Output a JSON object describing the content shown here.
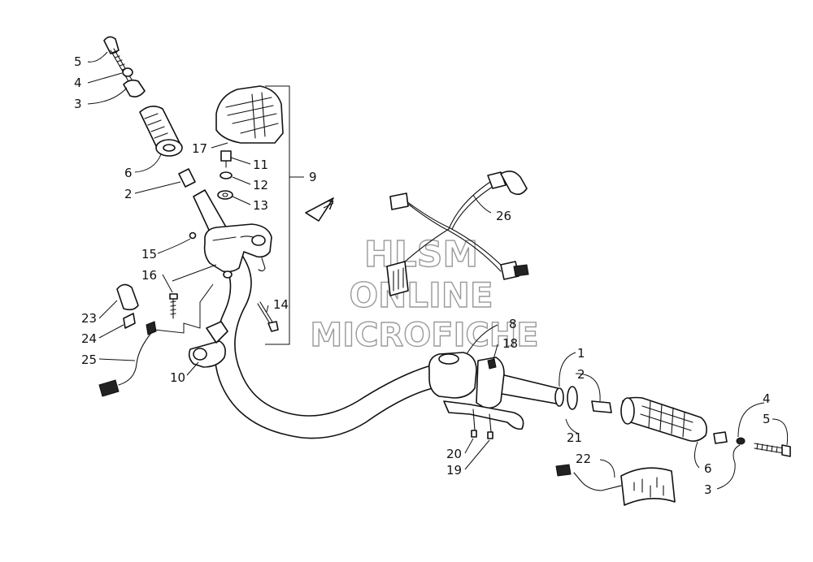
{
  "watermark": {
    "line1": "HLSM",
    "line2": "ONLINE",
    "line3": "MICROFICHE"
  },
  "callouts": {
    "c5a": "5",
    "c4a": "4",
    "c3a": "3",
    "c6a": "6",
    "c2a": "2",
    "c17": "17",
    "c11": "11",
    "c12": "12",
    "c13": "13",
    "c9": "9",
    "c7": "7",
    "c26": "26",
    "c15": "15",
    "c16": "16",
    "c14": "14",
    "c23": "23",
    "c24": "24",
    "c25": "25",
    "c10": "10",
    "c8": "8",
    "c18": "18",
    "c1": "1",
    "c2b": "2",
    "c4b": "4",
    "c5b": "5",
    "c21": "21",
    "c20": "20",
    "c19": "19",
    "c22": "22",
    "c6b": "6",
    "c3b": "3"
  }
}
